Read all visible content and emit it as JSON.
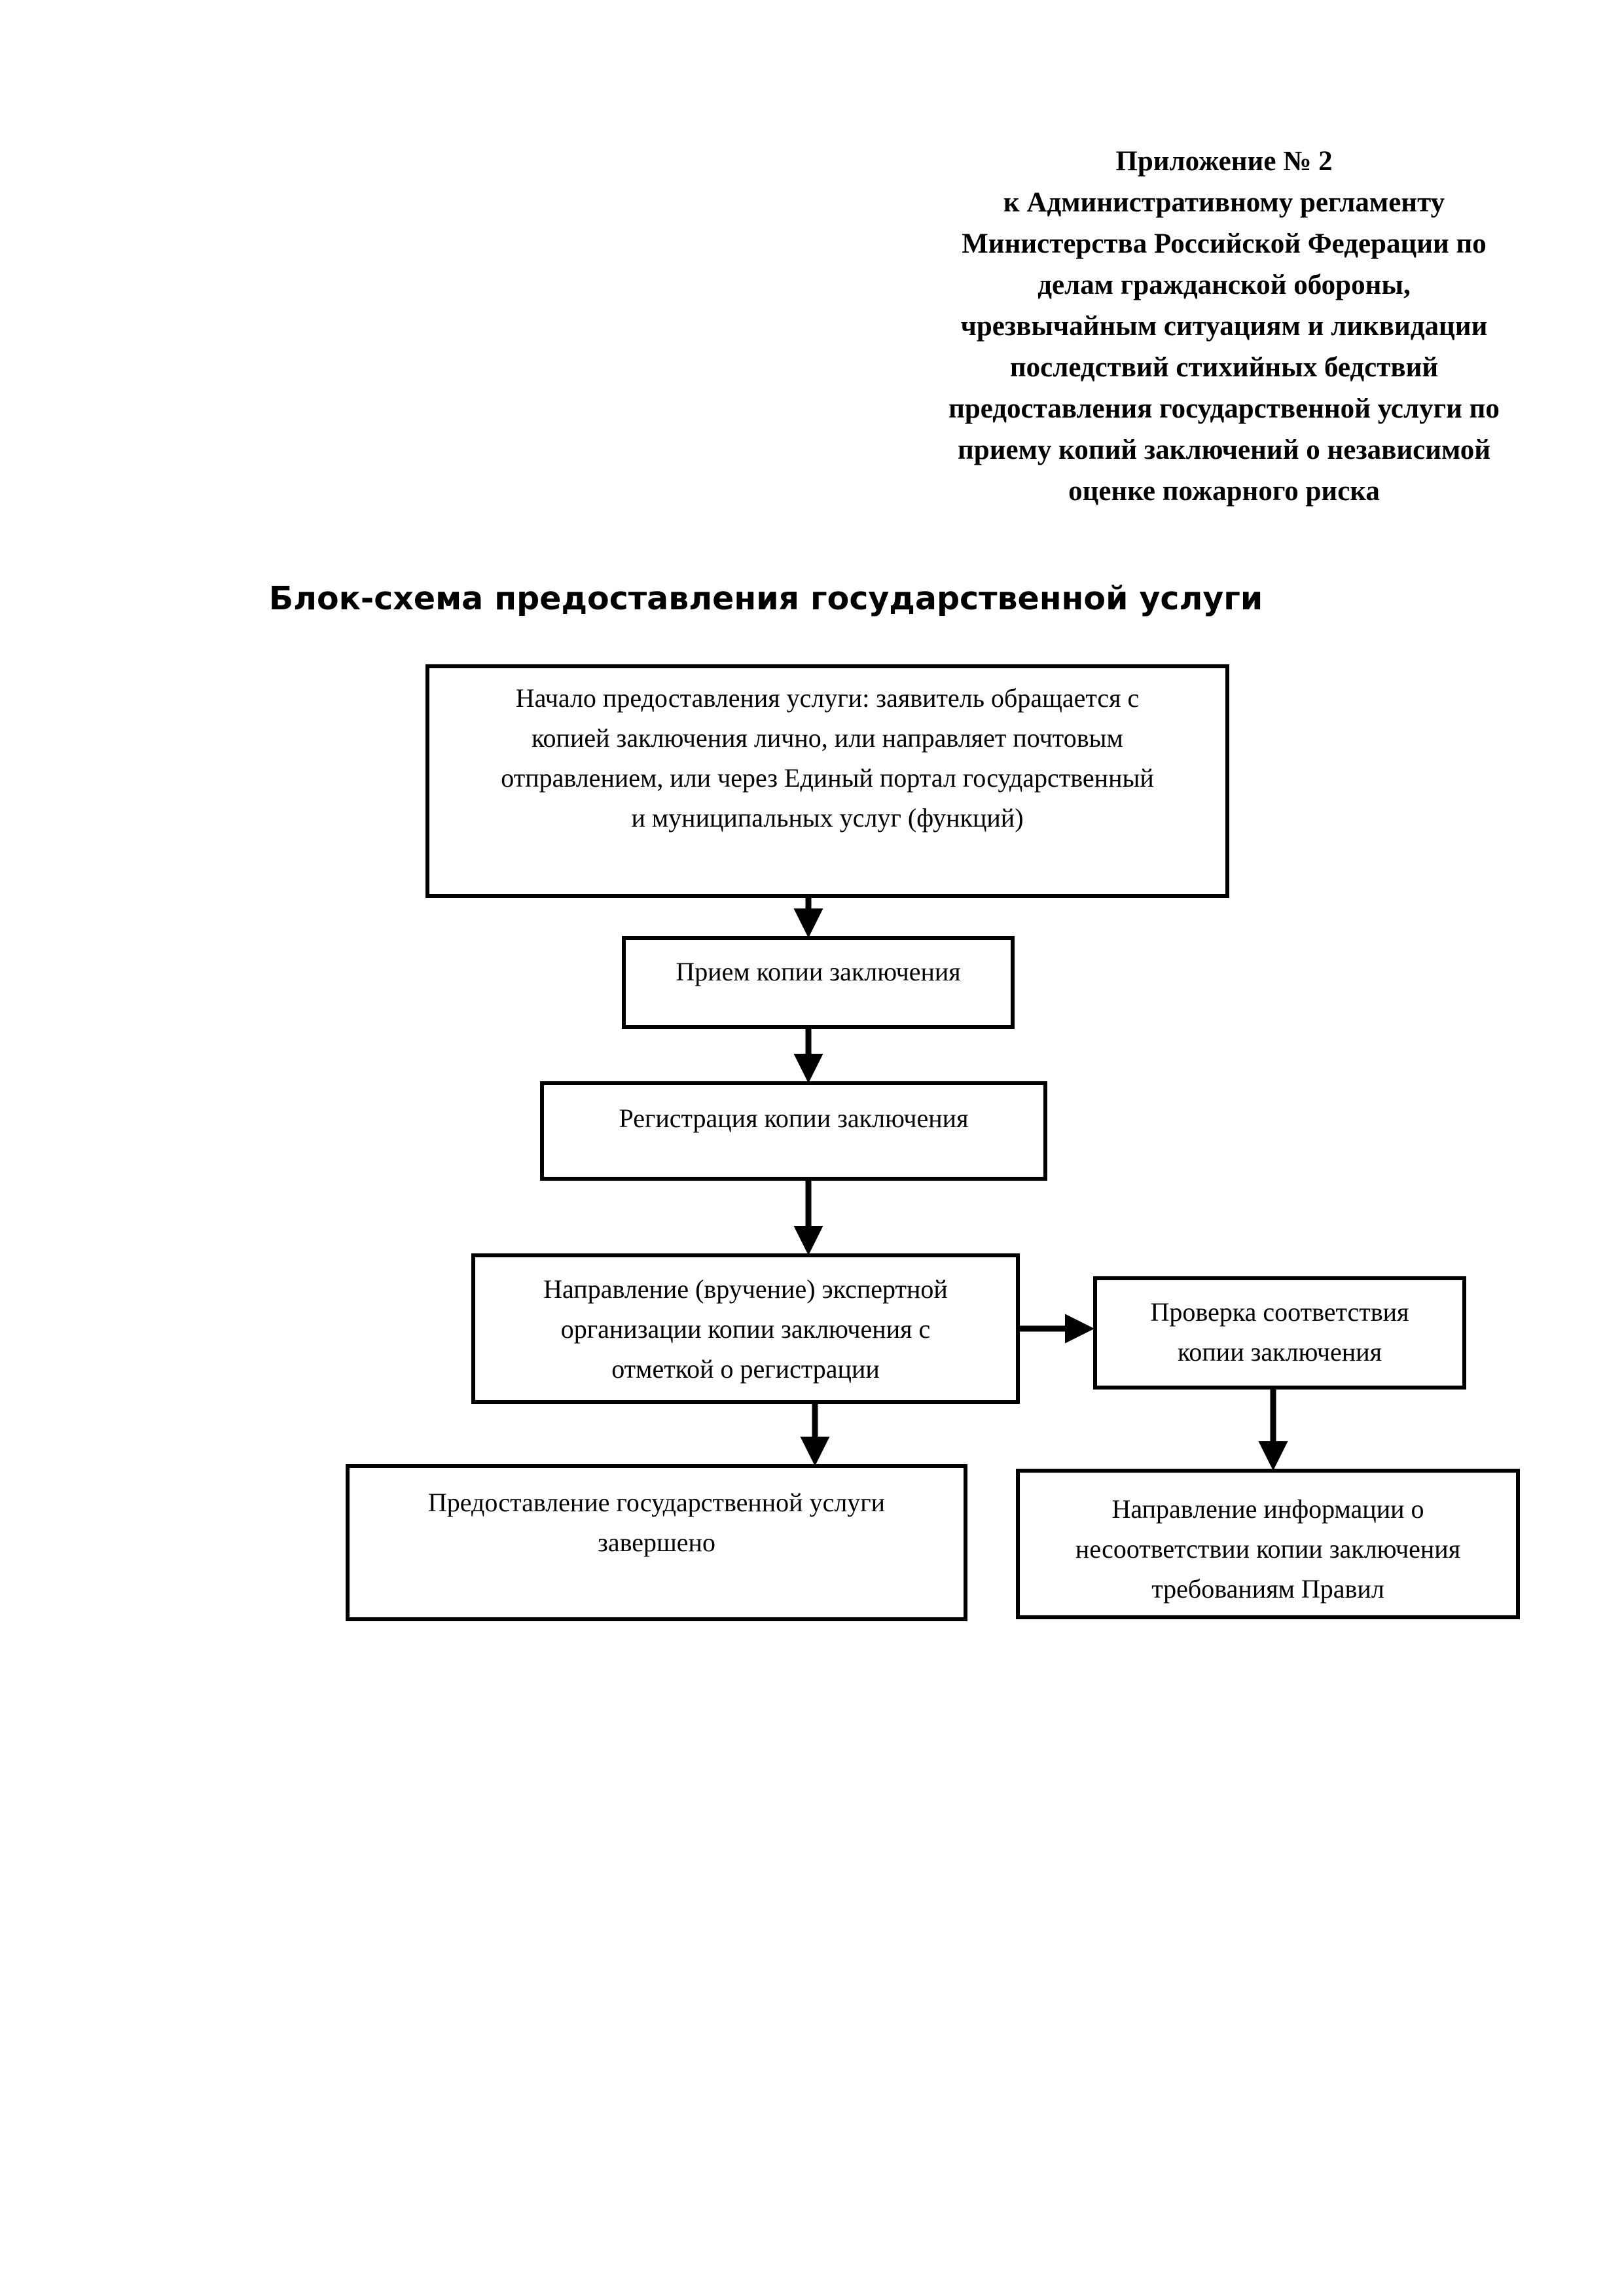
{
  "appendix": {
    "lines": [
      "Приложение № 2",
      "к Административному регламенту",
      "Министерства Российской Федерации по",
      "делам гражданской обороны,",
      "чрезвычайным ситуациям и ликвидации",
      "последствий стихийных бедствий",
      "предоставления государственной услуги по",
      "приему копий заключений о независимой",
      "оценке пожарного риска"
    ]
  },
  "title": "Блок-схема предоставления государственной услуги",
  "flowchart": {
    "start": {
      "lines": [
        "Начало предоставления услуги: заявитель обращается с",
        "копией заключения лично, или направляет почтовым",
        "отправлением, или через Единый портал государственный",
        "и муниципальных услуг (функций)"
      ]
    },
    "receive": {
      "lines": [
        "Прием копии заключения"
      ]
    },
    "register": {
      "lines": [
        "Регистрация копии заключения"
      ]
    },
    "send": {
      "lines": [
        "Направление (вручение) экспертной",
        "организации копии заключения с",
        "отметкой о регистрации"
      ]
    },
    "check": {
      "lines": [
        "Проверка соответствия",
        "копии заключения"
      ]
    },
    "done": {
      "lines": [
        "Предоставление государственной услуги",
        "завершено"
      ]
    },
    "mismatch": {
      "lines": [
        "Направление информации о",
        "несоответствии копии заключения",
        "требованиям Правил"
      ]
    }
  }
}
